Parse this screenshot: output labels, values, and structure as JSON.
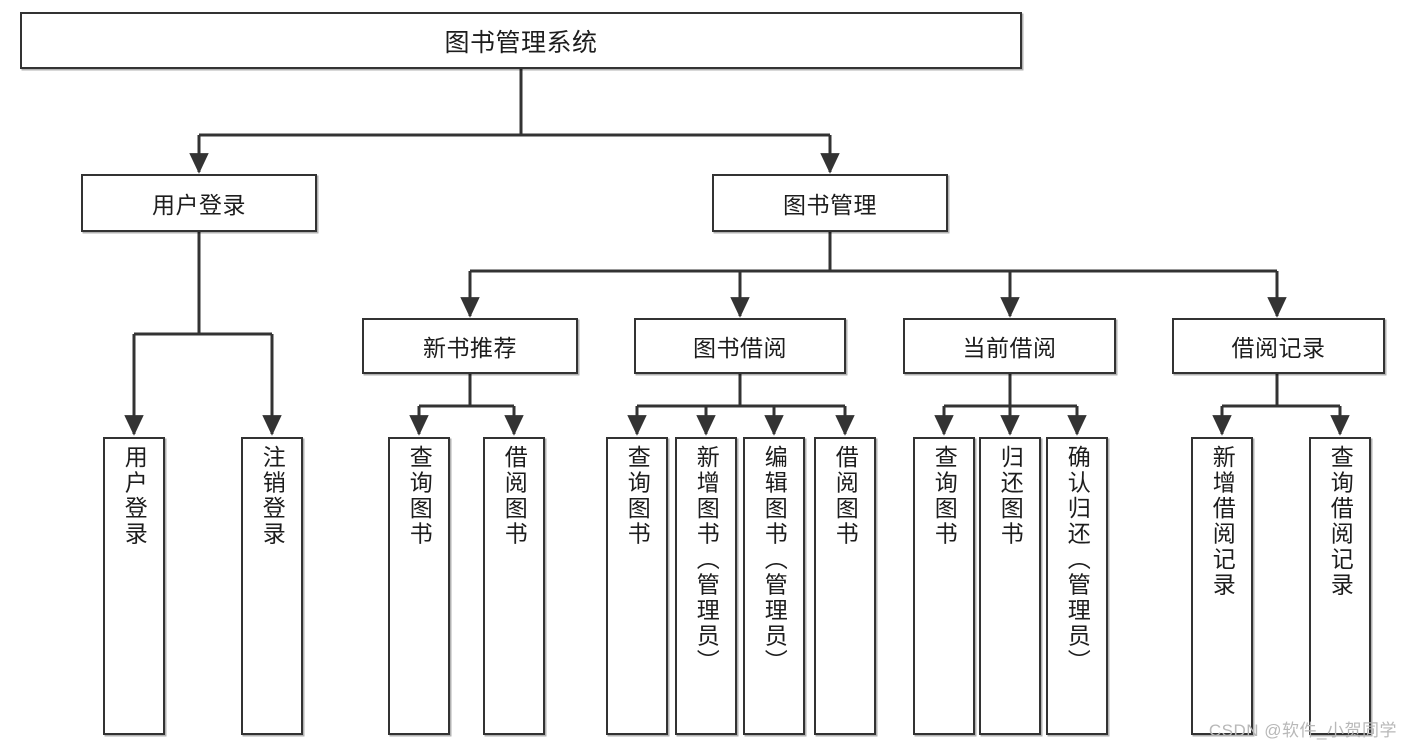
{
  "diagram": {
    "title": "图书管理系统",
    "watermark": "CSDN @软件_小贺同学",
    "colors": {
      "background": "#ffffff",
      "node_border": "#333333",
      "node_fill": "#ffffff",
      "edge": "#333333",
      "text": "#1d1d1d",
      "watermark": "#b8b8b8"
    },
    "nodes": {
      "root": {
        "label": "图书管理系统"
      },
      "level2": [
        {
          "id": "user-login",
          "label": "用户登录"
        },
        {
          "id": "book-manage",
          "label": "图书管理"
        }
      ],
      "level3": [
        {
          "id": "new-book-recommend",
          "label": "新书推荐"
        },
        {
          "id": "book-borrow",
          "label": "图书借阅"
        },
        {
          "id": "current-borrow",
          "label": "当前借阅"
        },
        {
          "id": "borrow-record",
          "label": "借阅记录"
        }
      ],
      "leaves": {
        "user_login": [
          {
            "id": "leaf-user-login",
            "label": "用户登录"
          },
          {
            "id": "leaf-logout",
            "label": "注销登录"
          }
        ],
        "new_book_recommend": [
          {
            "id": "leaf-query-book-1",
            "label": "查询图书"
          },
          {
            "id": "leaf-borrow-book-1",
            "label": "借阅图书"
          }
        ],
        "book_borrow": [
          {
            "id": "leaf-query-book-2",
            "label": "查询图书"
          },
          {
            "id": "leaf-add-book",
            "label": "新增图书（管理员）"
          },
          {
            "id": "leaf-edit-book",
            "label": "编辑图书（管理员）"
          },
          {
            "id": "leaf-borrow-book-2",
            "label": "借阅图书"
          }
        ],
        "current_borrow": [
          {
            "id": "leaf-query-book-3",
            "label": "查询图书"
          },
          {
            "id": "leaf-return-book",
            "label": "归还图书"
          },
          {
            "id": "leaf-confirm-return",
            "label": "确认归还（管理员）"
          }
        ],
        "borrow_record": [
          {
            "id": "leaf-add-record",
            "label": "新增借阅记录"
          },
          {
            "id": "leaf-query-record",
            "label": "查询借阅记录"
          }
        ]
      }
    }
  }
}
